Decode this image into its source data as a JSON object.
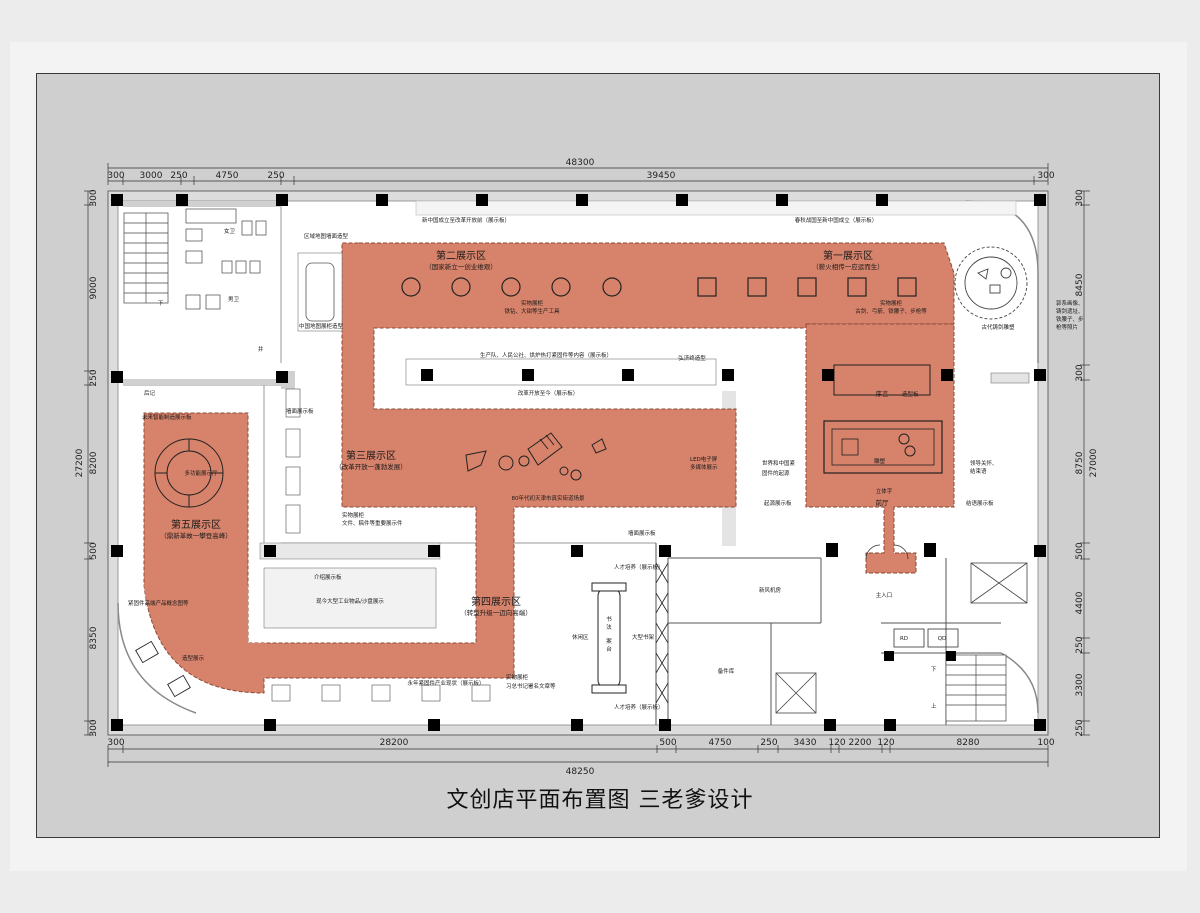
{
  "caption": "文创店平面布置图 三老爹设计",
  "dims": {
    "top_total": "48300",
    "top_sub": "39450",
    "top_segments": [
      "300",
      "3000",
      "250",
      "4750",
      "250",
      "300"
    ],
    "bottom_total": "48250",
    "bottom_segments": [
      "300",
      "28200",
      "500",
      "4750",
      "250",
      "3430",
      "120",
      "2200",
      "120",
      "8280",
      "100"
    ],
    "left_total": "27200",
    "left_segments": [
      "300",
      "9000",
      "250",
      "8200",
      "500",
      "8350",
      "300"
    ],
    "right_total": "27000",
    "right_segments": [
      "300",
      "8450",
      "300",
      "8750",
      "500",
      "4400",
      "250",
      "3300",
      "250"
    ]
  },
  "zones": [
    {
      "title": "第一展示区",
      "subtitle": "（薪火相传一应运而生）"
    },
    {
      "title": "第二展示区",
      "subtitle": "（国家新立一创业维艰）"
    },
    {
      "title": "第三展示区",
      "subtitle": "（改革开放一蓬勃发展）"
    },
    {
      "title": "第四展示区",
      "subtitle": "（转型升级一迈向高端）"
    },
    {
      "title": "第五展示区",
      "subtitle": "（鼎新革故一攀登高峰）"
    }
  ],
  "labels": {
    "new_china_board": "新中国成立至改革开放前（展示板）",
    "spring_autumn_board": "春秋战国至新中国成立（展示板）",
    "regional_map": "区域地图墙面造型",
    "toilet_f": "女卫",
    "toilet_m": "男卫",
    "shaft": "井",
    "stair_down": "下",
    "china_map": "中国地图展柜造型",
    "showcase_2": "实物展柜",
    "showcase_2_sub": "铁钻、大钳等生产工具",
    "showcase_1": "实物展柜",
    "showcase_1_sub": "古剑、弓箭、铁腰子、步枪等",
    "ancient_sculpture": "古代铸剑雕塑",
    "side_items": [
      "郭系画像、",
      "铸剑遗址、",
      "铁腰子、步",
      "枪等照片"
    ],
    "production_board": "生产队、人民公社、烘炉热打紧固件等内容（展示板）",
    "hongji": "弘济终造型",
    "reform_board": "改革开放至今（展示板）",
    "preface": "序言",
    "preface_model": "造型板",
    "sculpture": "雕塑",
    "epilogue": "后记",
    "future_board": "未来智能制造展示板",
    "multimedia_hall": "多功能展示厅",
    "wall_board": "墙面展示板",
    "led_screen": "LED电子屏",
    "multimedia_show": "多媒体展示",
    "tianjin_scene": "80年代初天津市真实街道场景",
    "world_china": [
      "世界和中国紧",
      "固件的起源"
    ],
    "origin_board": "起源展示板",
    "solid_text": "立体字",
    "front_hall": "前厅",
    "leader_care": [
      "领导关怀、",
      "结束语"
    ],
    "ending_board": "结语展示板",
    "showcase_3": "实物展柜",
    "showcase_3_sub": "文件、稿件等重要展示件",
    "intro_board": "介绍展示板",
    "large_industrial": "现今大型工业物品/沙盘展示",
    "wall_board_2": "墙面展示板",
    "talent_top": "人才培养（展示板）",
    "talent_bottom": "人才培养（展示板）",
    "leisure": "休闲区",
    "calligraphy": [
      "书",
      "法",
      "案",
      "台"
    ],
    "bookshelf": "大型书架",
    "fresh_air": "新风机房",
    "main_entrance": "主入口",
    "high_end_board": "紧固件高端产品概念图等",
    "model_display": "造型展示",
    "yongnian_board": "永年紧固件产业现状（展示板）",
    "showcase_4": "实物展柜",
    "showcase_4_sub": "习总书记署名文章等",
    "storage": "备件库",
    "rd": "RD",
    "qd": "QD",
    "stair2_down": "下",
    "stair2_up": "上"
  },
  "colors": {
    "zone": "#d7826a",
    "wall": "#ffffff",
    "column": "#000000",
    "background": "#cfcfcf"
  }
}
